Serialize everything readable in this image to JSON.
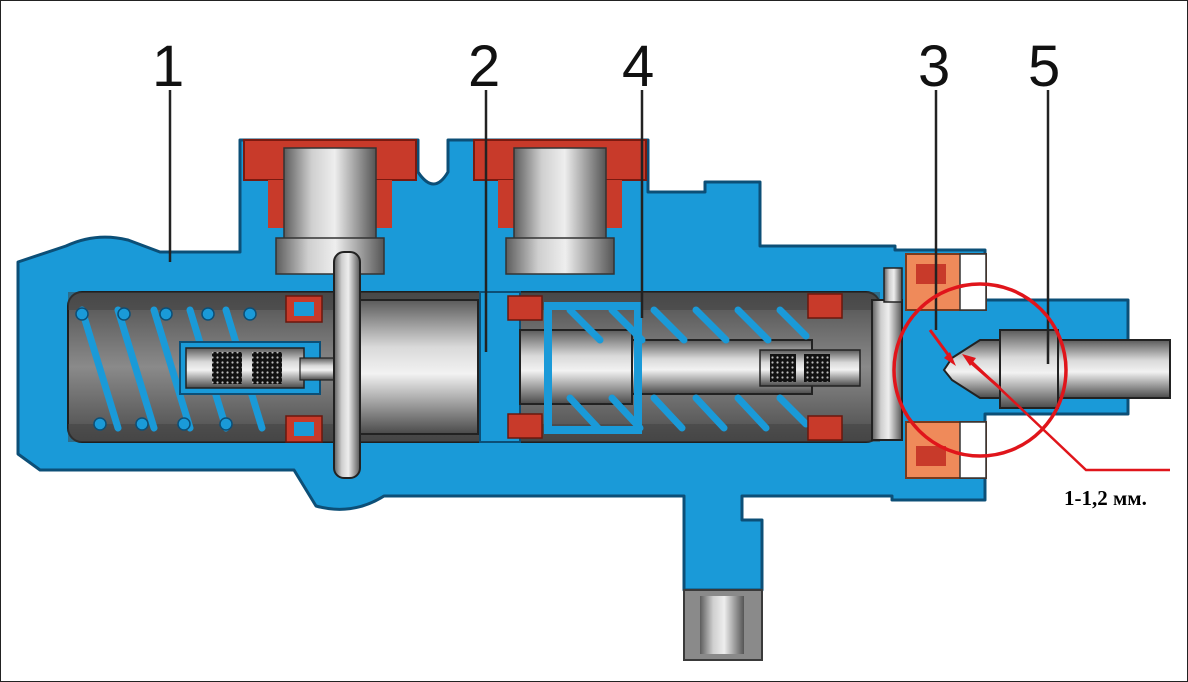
{
  "labels": {
    "part_1": "1",
    "part_2": "2",
    "part_3": "3",
    "part_4": "4",
    "part_5": "5"
  },
  "annotation": {
    "clearance_text": "1-1,2 мм."
  },
  "colors": {
    "housing": "#1a9ad8",
    "housing_outline": "#0c4f77",
    "cutaway_cavity": "#707070",
    "seal_red": "#c83a2a",
    "seal_orange": "#ef8a5a",
    "highlight_circle": "#e0151b"
  }
}
